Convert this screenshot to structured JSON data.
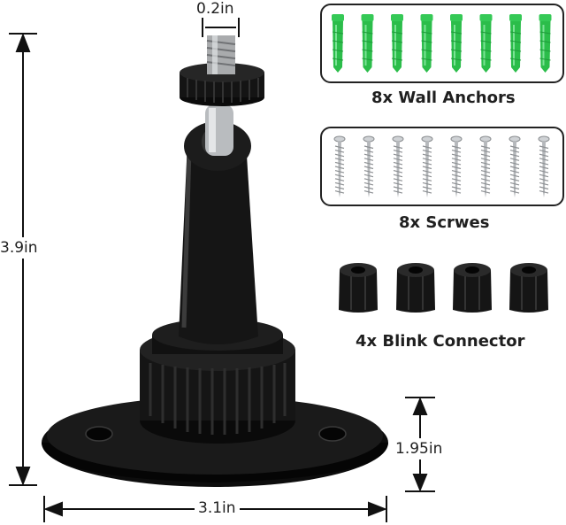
{
  "dimensions": {
    "screw_width": "0.2in",
    "height": "3.9in",
    "base_height": "1.95in",
    "base_width": "3.1in"
  },
  "accessories": {
    "wall_anchors_label": "8x Wall Anchors",
    "wall_anchors_count": 8,
    "wall_anchors_color": "#2bbd4a",
    "screws_label": "8x Scrwes",
    "screws_count": 8,
    "connector_label": "4x Blink Connector",
    "connector_count": 4
  },
  "product_color": "#111111"
}
